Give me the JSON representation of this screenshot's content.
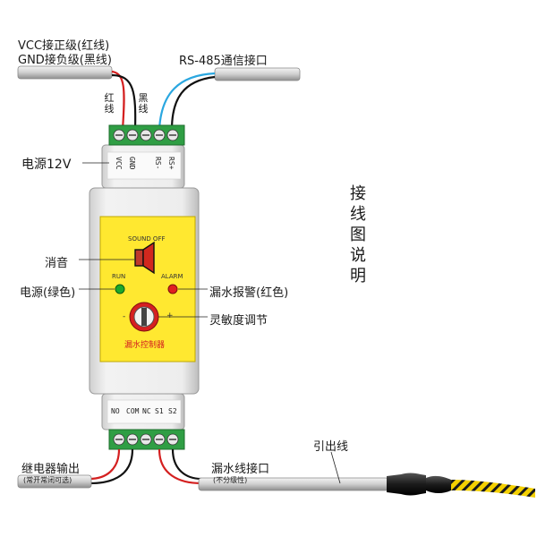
{
  "labels": {
    "vcc": "VCC接正级(红线)",
    "gnd": "GND接负级(黑线)",
    "rs485": "RS-485通信接口",
    "red_wire": "红线",
    "black_wire": "黑线",
    "power12v": "电源12V",
    "mute": "消音",
    "power_green": "电源(绿色)",
    "leak_alarm": "漏水报警(红色)",
    "sensitivity": "灵敏度调节",
    "relay_output": "继电器输出",
    "relay_note": "(常开常闭可选)",
    "leak_interface": "漏水线接口",
    "leak_note": "(不分级性)",
    "lead_wire": "引出线",
    "title_vertical": "接线图说明"
  },
  "device": {
    "top_terminals": [
      "VCC",
      "GND",
      "RS-",
      "RS+"
    ],
    "bottom_terminals": [
      "NO",
      "COM",
      "NC",
      "S1",
      "S2"
    ],
    "sound_off": "SOUND OFF",
    "run": "RUN",
    "alarm": "ALARM",
    "minus": "-",
    "plus": "+",
    "controller_name": "漏水控制器"
  },
  "colors": {
    "terminal_green": "#2f9e44",
    "panel_yellow": "#ffe830",
    "wire_red": "#d42020",
    "wire_blue": "#2aa7e0",
    "run_led": "#1fa82b",
    "alarm_led": "#e02020",
    "rope_yellow": "#f4d000"
  }
}
